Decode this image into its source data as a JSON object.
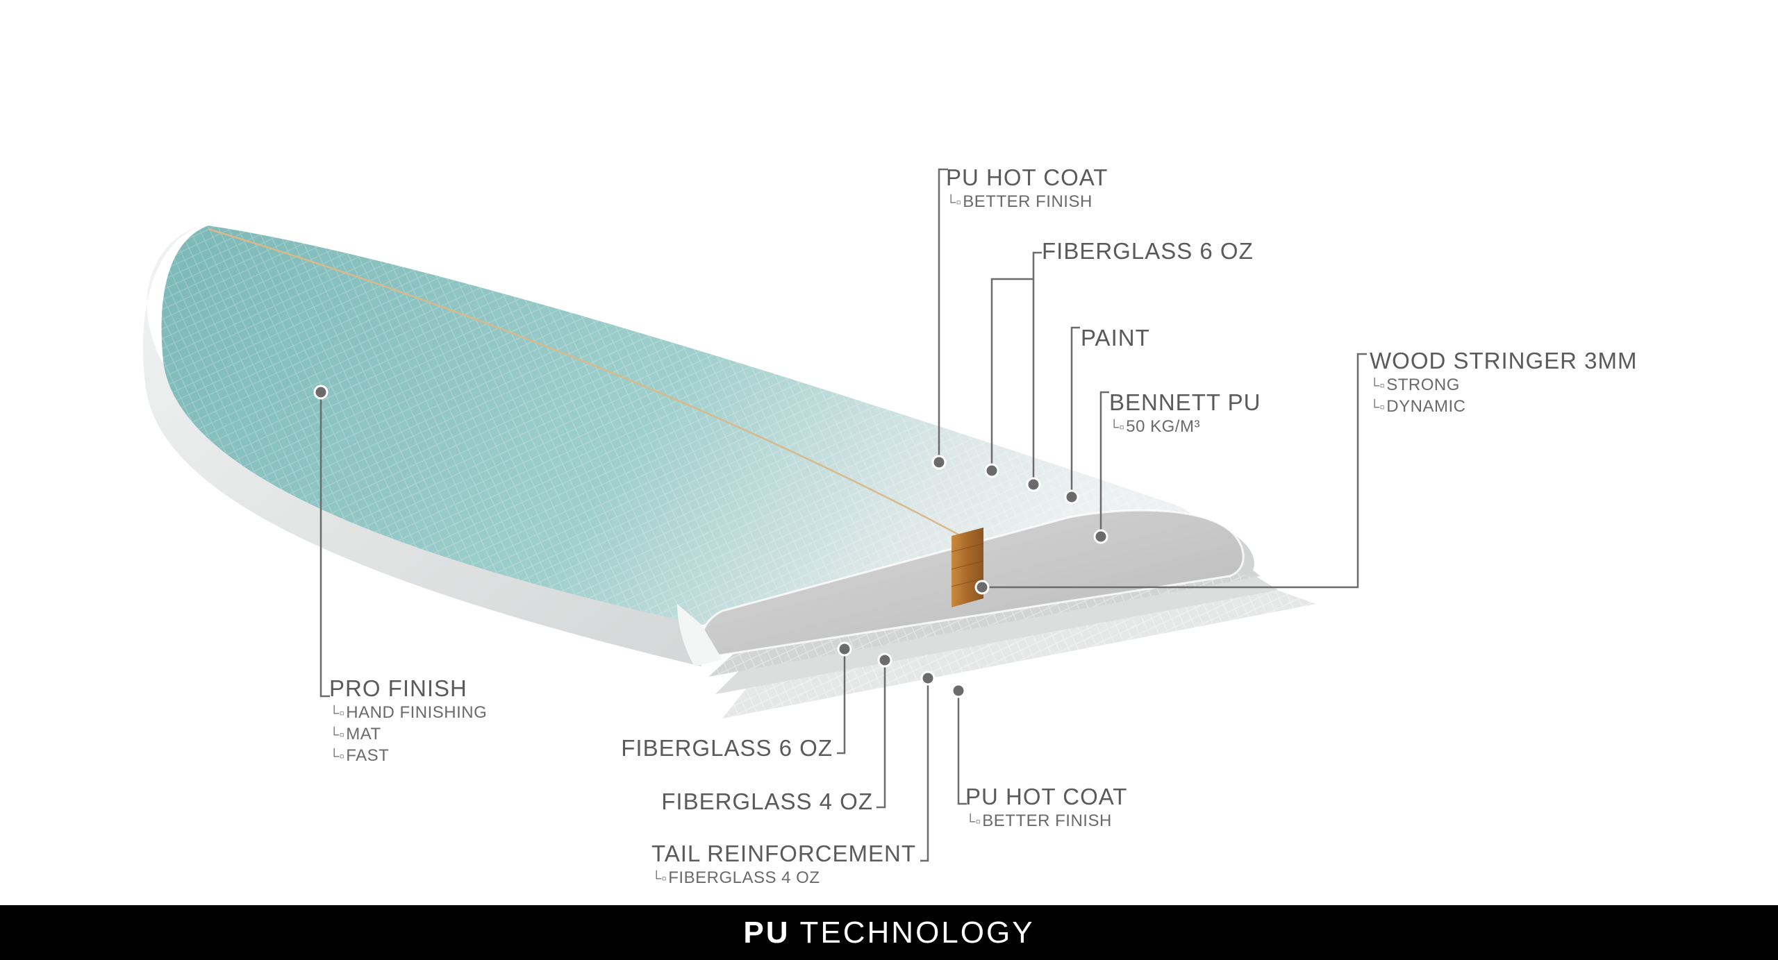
{
  "diagram": {
    "callouts": {
      "pu_hot_coat_top": {
        "title": "PU HOT COAT",
        "subs": [
          "BETTER FINISH"
        ]
      },
      "fiberglass_6oz_top": {
        "title": "FIBERGLASS 6 OZ",
        "subs": []
      },
      "paint": {
        "title": "PAINT",
        "subs": []
      },
      "bennett_pu": {
        "title": "BENNETT PU",
        "subs": [
          "50 KG/M³"
        ]
      },
      "wood_stringer": {
        "title": "WOOD STRINGER 3MM",
        "subs": [
          "STRONG",
          "DYNAMIC"
        ]
      },
      "pro_finish": {
        "title": "PRO FINISH",
        "subs": [
          "HAND FINISHING",
          "MAT",
          "FAST"
        ]
      },
      "fiberglass_6oz_bottom": {
        "title": "FIBERGLASS 6 OZ",
        "subs": []
      },
      "fiberglass_4oz_bottom": {
        "title": "FIBERGLASS 4 OZ",
        "subs": []
      },
      "tail_reinforcement": {
        "title": "TAIL REINFORCEMENT",
        "subs": [
          "FIBERGLASS 4 OZ"
        ]
      },
      "pu_hot_coat_bottom": {
        "title": "PU HOT COAT",
        "subs": [
          "BETTER FINISH"
        ]
      }
    },
    "colors": {
      "deck": "#8fc4c3",
      "rail": "#e4e6e6",
      "foam": "#c9c9c9",
      "stringer": "#b0742e",
      "leader": "#6b6b6b"
    }
  },
  "footer": {
    "bold": "PU",
    "rest": "TECHNOLOGY"
  }
}
